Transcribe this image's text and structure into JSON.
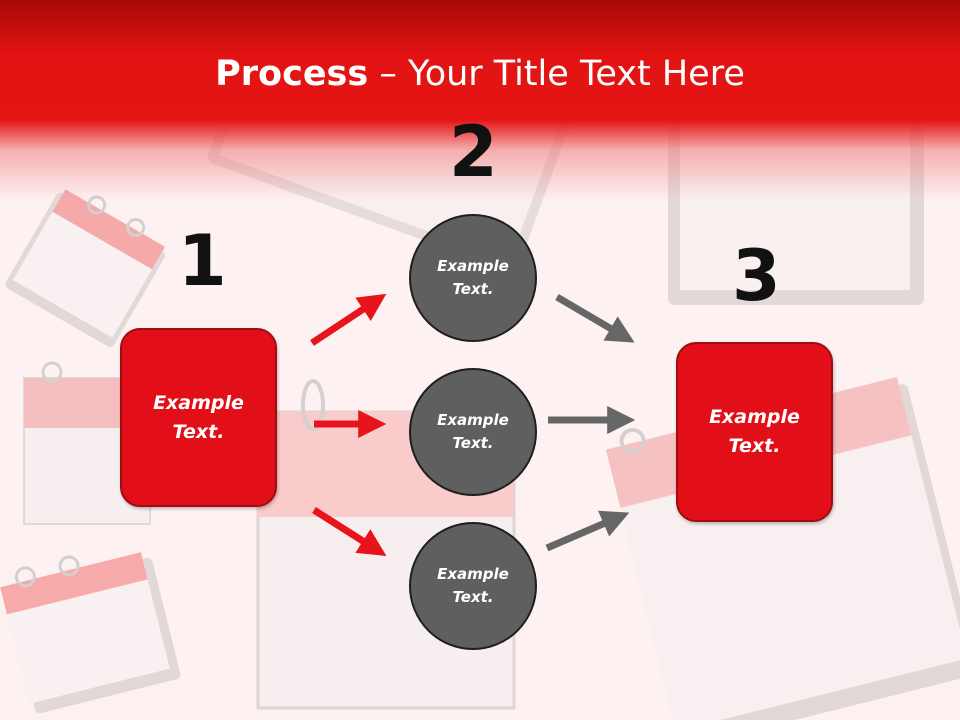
{
  "title": {
    "bold": "Process",
    "rest": " – Your Title Text Here"
  },
  "steps": [
    {
      "number": "1",
      "text_line1": "Example",
      "text_line2": "Text."
    },
    {
      "number": "2"
    },
    {
      "number": "3",
      "text_line1": "Example",
      "text_line2": "Text."
    }
  ],
  "circles": [
    {
      "line1": "Example",
      "line2": "Text."
    },
    {
      "line1": "Example",
      "line2": "Text."
    },
    {
      "line1": "Example",
      "line2": "Text."
    }
  ],
  "colors": {
    "red": "#e20f18",
    "gray": "#5f5f5f",
    "red_arrow": "#e8141c",
    "gray_arrow": "#666666"
  }
}
